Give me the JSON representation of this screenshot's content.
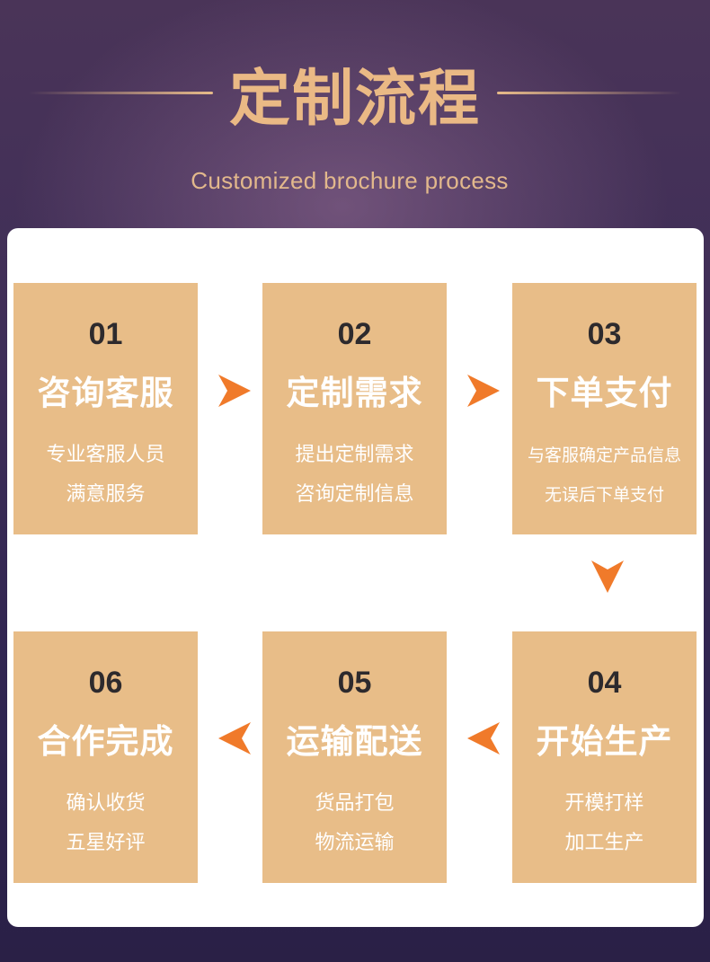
{
  "header": {
    "title": "定制流程",
    "subtitle": "Customized brochure process"
  },
  "steps": [
    {
      "num": "01",
      "name": "咨询客服",
      "line1": "专业客服人员",
      "line2": "满意服务"
    },
    {
      "num": "02",
      "name": "定制需求",
      "line1": "提出定制需求",
      "line2": "咨询定制信息"
    },
    {
      "num": "03",
      "name": "下单支付",
      "line1": "与客服确定产品信息",
      "line2": "无误后下单支付"
    },
    {
      "num": "04",
      "name": "开始生产",
      "line1": "开模打样",
      "line2": "加工生产"
    },
    {
      "num": "05",
      "name": "运输配送",
      "line1": "货品打包",
      "line2": "物流运输"
    },
    {
      "num": "06",
      "name": "合作完成",
      "line1": "确认收货",
      "line2": "五星好评"
    }
  ],
  "colors": {
    "card": "#e8bd88",
    "arrow": "#f07a2a",
    "title": "#eab985"
  },
  "icons": {
    "arrow_right": "arrow-right-icon",
    "arrow_down": "arrow-down-icon",
    "arrow_left": "arrow-left-icon"
  }
}
